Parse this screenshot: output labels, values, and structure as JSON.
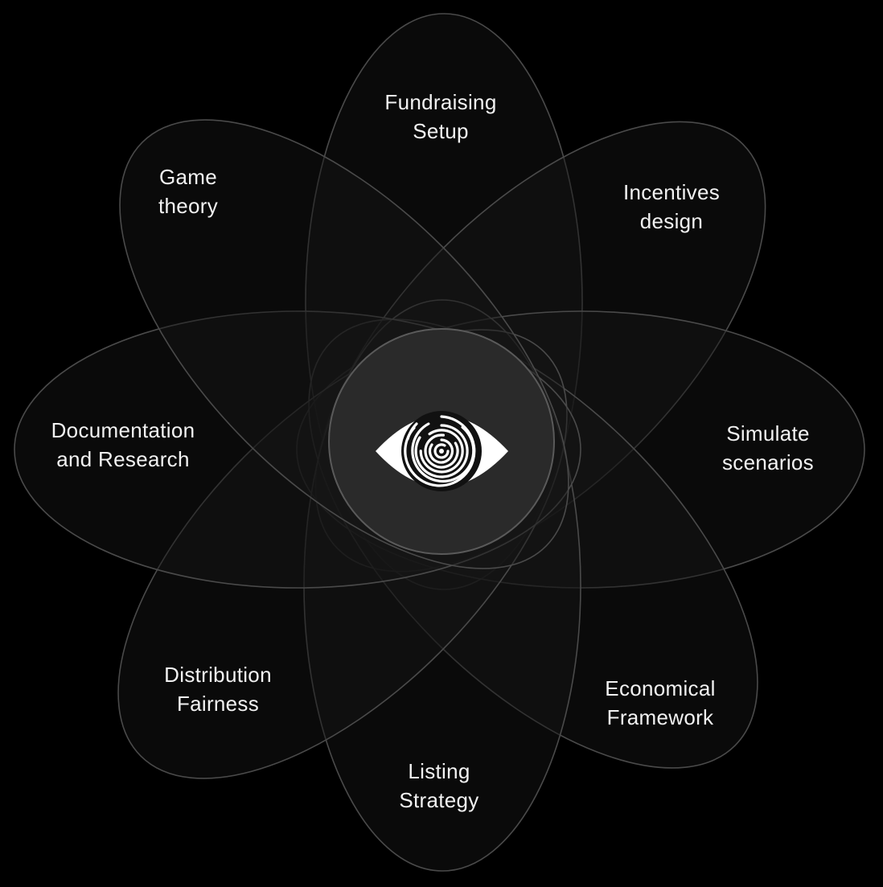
{
  "diagram": {
    "colors": {
      "background": "#000000",
      "petal_fill": "#161616",
      "petal_stroke": "#4a4a4a",
      "center_fill": "#2a2a2a",
      "text": "#f2f2f2",
      "icon": "#ffffff"
    },
    "center_icon": "fingerprint-eye-icon",
    "petals": [
      {
        "id": "fundraising-setup",
        "lines": [
          "Fundraising",
          "Setup"
        ]
      },
      {
        "id": "incentives-design",
        "lines": [
          "Incentives",
          "design"
        ]
      },
      {
        "id": "simulate-scenarios",
        "lines": [
          "Simulate",
          "scenarios"
        ]
      },
      {
        "id": "economical-framework",
        "lines": [
          "Economical",
          "Framework"
        ]
      },
      {
        "id": "listing-strategy",
        "lines": [
          "Listing",
          "Strategy"
        ]
      },
      {
        "id": "distribution-fairness",
        "lines": [
          "Distribution",
          "Fairness"
        ]
      },
      {
        "id": "documentation-and-research",
        "lines": [
          "Documentation",
          "and Research"
        ]
      },
      {
        "id": "game-theory",
        "lines": [
          "Game",
          "theory"
        ]
      }
    ]
  }
}
